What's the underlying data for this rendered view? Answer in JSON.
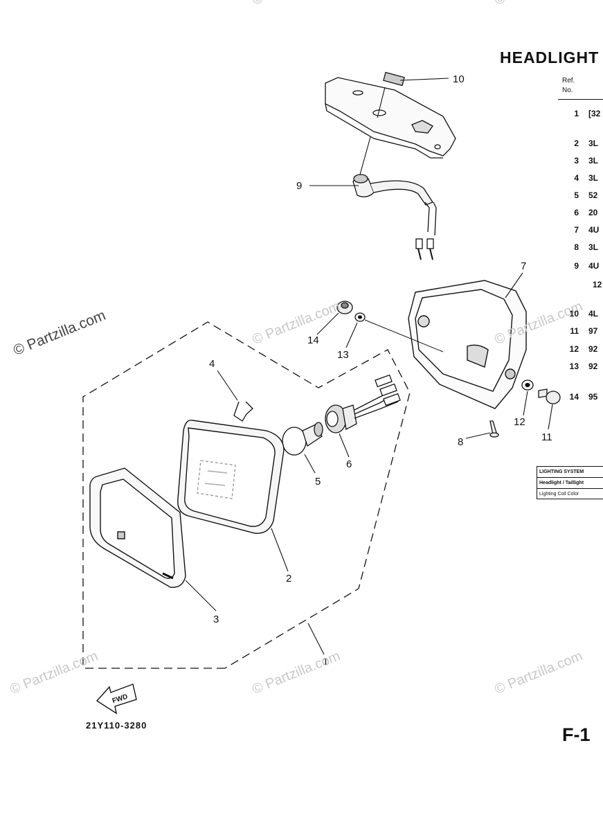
{
  "header": {
    "title": "HEADLIGHT",
    "ref_label": "Ref.",
    "no_label": "No."
  },
  "parts_list": [
    {
      "no": "1",
      "code": "[32"
    },
    {
      "no": "2",
      "code": "3L"
    },
    {
      "no": "3",
      "code": "3L"
    },
    {
      "no": "4",
      "code": "3L"
    },
    {
      "no": "5",
      "code": "52"
    },
    {
      "no": "6",
      "code": "20"
    },
    {
      "no": "7",
      "code": "4U"
    },
    {
      "no": "8",
      "code": "3L"
    },
    {
      "no": "9",
      "code": "4U"
    },
    {
      "no": "10",
      "code": "4L"
    },
    {
      "no": "11",
      "code": "97"
    },
    {
      "no": "12",
      "code": "92"
    },
    {
      "no": "13",
      "code": "92"
    },
    {
      "no": "14",
      "code": "95"
    }
  ],
  "parts_list_extra": "12",
  "spec_table": {
    "header": "LIGHTING SYSTEM",
    "row1": "Headlight / Taillight",
    "row2": "Lighting Coil Color"
  },
  "callouts": {
    "c1": "1",
    "c2": "2",
    "c3": "3",
    "c4": "4",
    "c5": "5",
    "c6": "6",
    "c7": "7",
    "c8": "8",
    "c9": "9",
    "c10": "10",
    "c11": "11",
    "c12": "12",
    "c13": "13",
    "c14": "14"
  },
  "fwd_label": "FWD",
  "diagram_code": "21Y110-3280",
  "page_number": "F-1",
  "watermark": "© Partzilla.com"
}
